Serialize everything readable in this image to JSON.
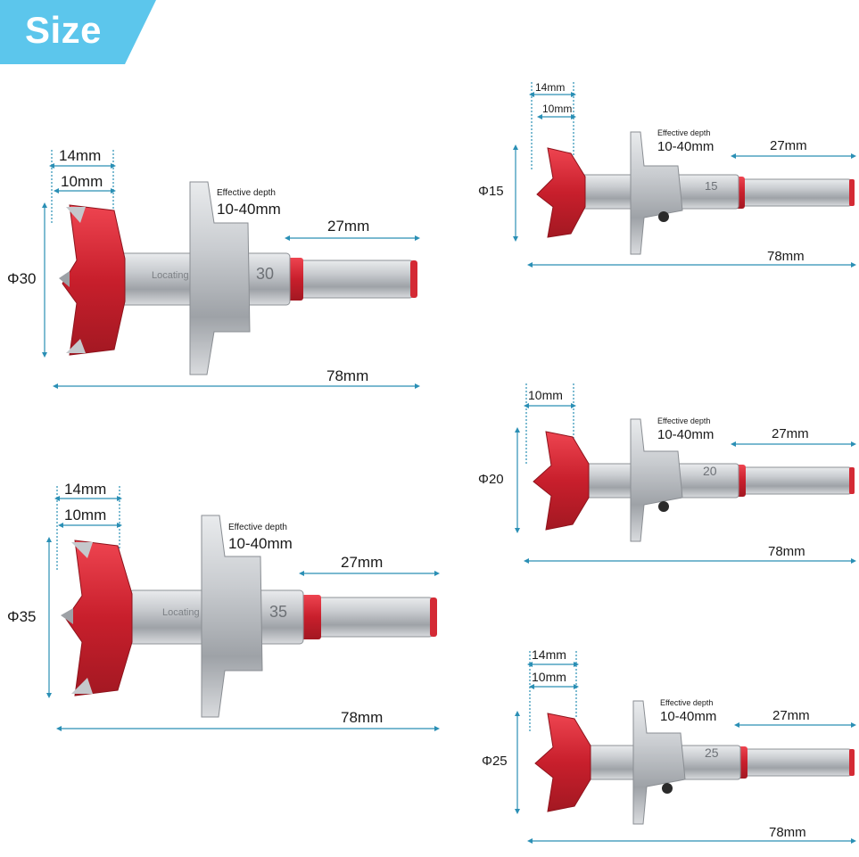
{
  "banner": {
    "title": "Size"
  },
  "colors": {
    "banner": "#5cc6ec",
    "cutter_red": "#d42a35",
    "metal": "#b9bcc0",
    "dimension_line": "#2a8fb5"
  },
  "drills": [
    {
      "id": "d30",
      "diameter": "Φ30",
      "cutter_width": "14mm",
      "spur_width": "10mm",
      "effective_depth_label": "Effective depth",
      "effective_depth_value": "10-40mm",
      "shank_length": "27mm",
      "total_length": "78mm",
      "collar_number": "30",
      "engraving": "Locating"
    },
    {
      "id": "d35",
      "diameter": "Φ35",
      "cutter_width": "14mm",
      "spur_width": "10mm",
      "effective_depth_label": "Effective depth",
      "effective_depth_value": "10-40mm",
      "shank_length": "27mm",
      "total_length": "78mm",
      "collar_number": "35",
      "engraving": "Locating"
    },
    {
      "id": "d15",
      "diameter": "Φ15",
      "cutter_width": "14mm",
      "spur_width": "10mm",
      "effective_depth_label": "Effective depth",
      "effective_depth_value": "10-40mm",
      "shank_length": "27mm",
      "total_length": "78mm",
      "collar_number": "15"
    },
    {
      "id": "d20",
      "diameter": "Φ20",
      "spur_width": "10mm",
      "effective_depth_label": "Effective depth",
      "effective_depth_value": "10-40mm",
      "shank_length": "27mm",
      "total_length": "78mm",
      "collar_number": "20"
    },
    {
      "id": "d25",
      "diameter": "Φ25",
      "cutter_width": "14mm",
      "spur_width": "10mm",
      "effective_depth_label": "Effective depth",
      "effective_depth_value": "10-40mm",
      "shank_length": "27mm",
      "total_length": "78mm",
      "collar_number": "25"
    }
  ]
}
